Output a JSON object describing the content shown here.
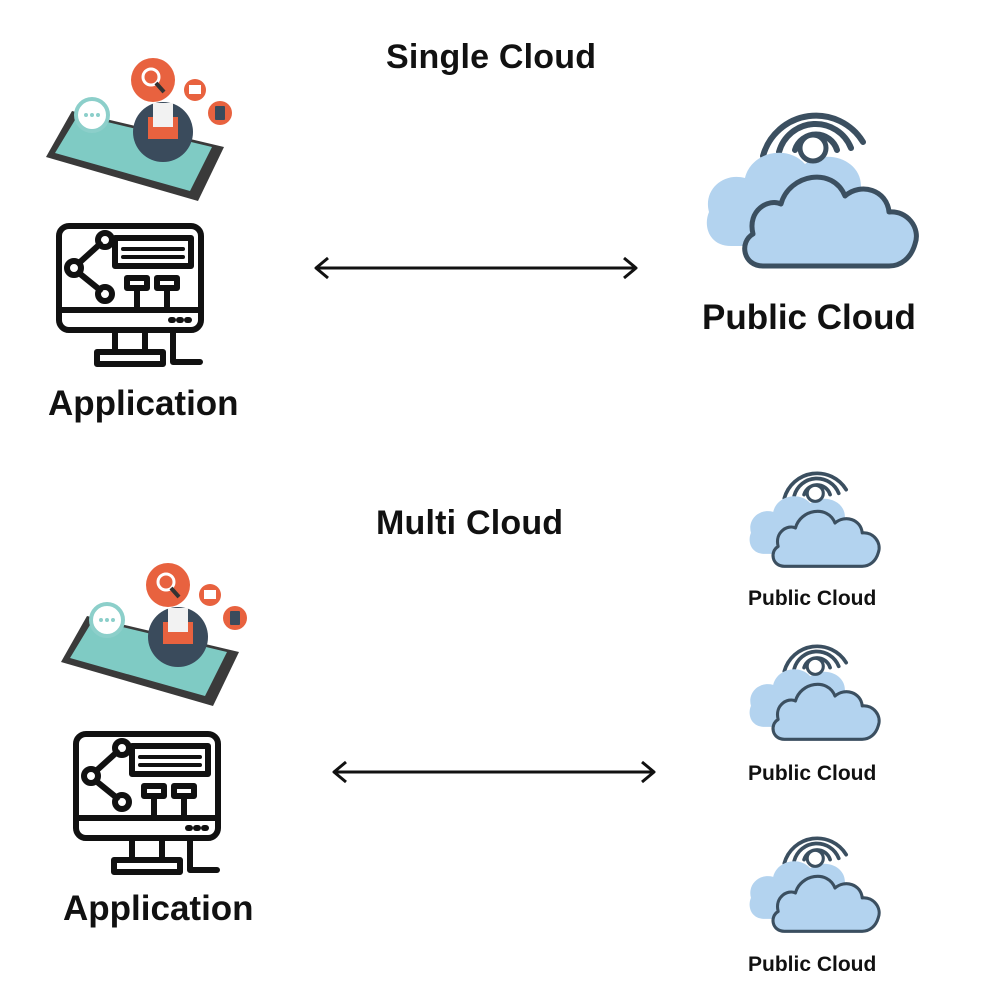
{
  "sections": [
    {
      "heading": "Single Cloud",
      "application_label": "Application",
      "clouds": [
        {
          "label": "Public Cloud"
        }
      ]
    },
    {
      "heading": "Multi Cloud",
      "application_label": "Application",
      "clouds": [
        {
          "label": "Public Cloud"
        },
        {
          "label": "Public Cloud"
        },
        {
          "label": "Public Cloud"
        }
      ]
    }
  ],
  "colors": {
    "cloud_fill": "#b3d3ef",
    "cloud_outline": "#3b4f60",
    "icon_outline": "#111111",
    "tablet_screen": "#7fcbc4",
    "tablet_body": "#3a3a3a",
    "bubble_orange": "#e8623f",
    "bubble_teal": "#8ccfca",
    "bubble_dark": "#3a4b5c",
    "arrow": "#111111"
  }
}
